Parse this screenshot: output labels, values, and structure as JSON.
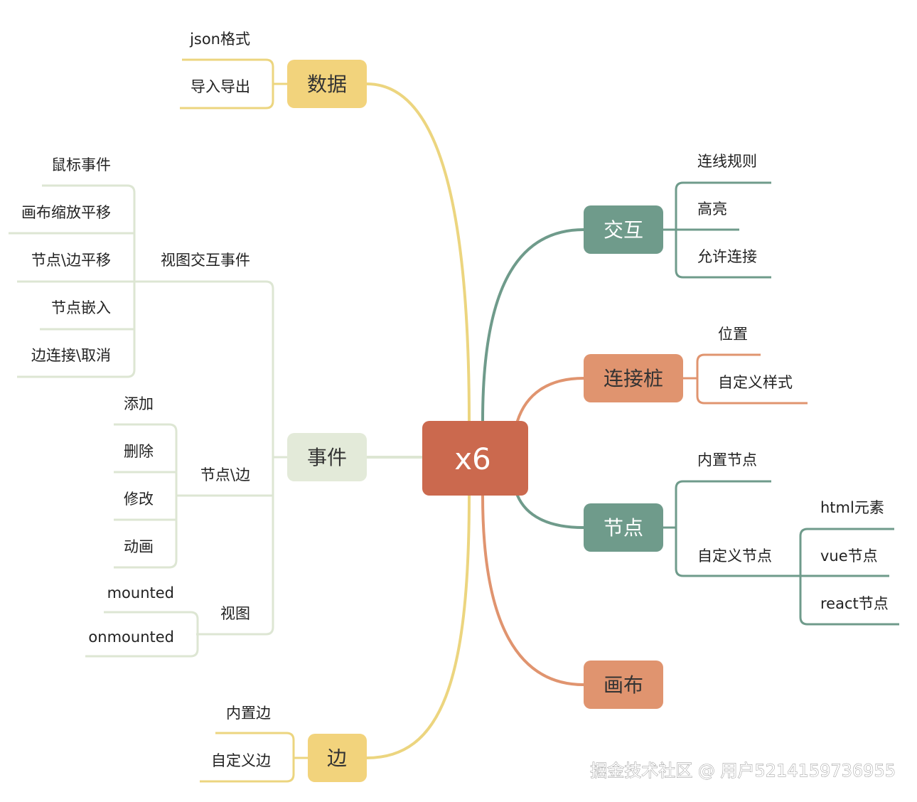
{
  "root": {
    "label": "x6"
  },
  "colors": {
    "yellow": "#f2d37c",
    "yellow_line": "#ecd57f",
    "sage": "#e3ead9",
    "sage_line": "#dde6d3",
    "teal": "#6f9b8b",
    "orange": "#e0946f",
    "red": "#cb694e"
  },
  "branches": {
    "data": {
      "label": "数据",
      "children": [
        "json格式",
        "导入导出"
      ]
    },
    "events": {
      "label": "事件",
      "groups": {
        "view_interaction": {
          "label": "视图交互事件",
          "children": [
            "鼠标事件",
            "画布缩放平移",
            "节点\\边平移",
            "节点嵌入",
            "边连接\\取消"
          ]
        },
        "node_edge": {
          "label": "节点\\边",
          "children": [
            "添加",
            "删除",
            "修改",
            "动画"
          ]
        },
        "view": {
          "label": "视图",
          "children": [
            "mounted",
            "onmounted"
          ]
        }
      }
    },
    "edge": {
      "label": "边",
      "children": [
        "内置边",
        "自定义边"
      ]
    },
    "interaction": {
      "label": "交互",
      "children": [
        "连线规则",
        "高亮",
        "允许连接"
      ]
    },
    "port": {
      "label": "连接桩",
      "children": [
        "位置",
        "自定义样式"
      ]
    },
    "node": {
      "label": "节点",
      "children": {
        "builtin": {
          "label": "内置节点"
        },
        "custom": {
          "label": "自定义节点",
          "children": [
            "html元素",
            "vue节点",
            "react节点"
          ]
        }
      }
    },
    "canvas": {
      "label": "画布"
    }
  },
  "watermark": "掘金技术社区 @ 用户5214159736955"
}
